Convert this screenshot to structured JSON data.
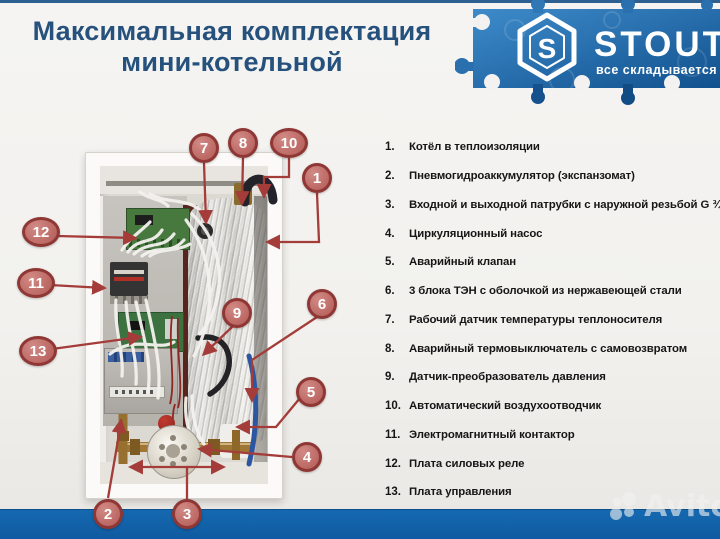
{
  "title": {
    "line1": "Максимальная комплектация",
    "line2": "мини-котельной"
  },
  "brand": {
    "name": "STOUT",
    "tagline": "все складывается",
    "logo_letter": "S"
  },
  "list": {
    "items": [
      {
        "n": "1.",
        "text": "Котёл в теплоизоляции"
      },
      {
        "n": "2.",
        "text": "Пневмогидроаккумулятор (экспанзомат)"
      },
      {
        "n": "3.",
        "text": "Входной и выходной патрубки с наружной резьбой G ¾"
      },
      {
        "n": "4.",
        "text": "Циркуляционный насос"
      },
      {
        "n": "5.",
        "text": "Аварийный клапан"
      },
      {
        "n": "6.",
        "text": "3 блока ТЭН с оболочкой из нержавеющей стали"
      },
      {
        "n": "7.",
        "text": "Рабочий датчик температуры теплоносителя"
      },
      {
        "n": "8.",
        "text": "Аварийный термовыключатель с самовозвратом"
      },
      {
        "n": "9.",
        "text": "Датчик-преобразователь давления"
      },
      {
        "n": "10.",
        "text": "Автоматический воздухоотводчик"
      },
      {
        "n": "11.",
        "text": "Электромагнитный контактор"
      },
      {
        "n": "12.",
        "text": "Плата силовых реле"
      },
      {
        "n": "13.",
        "text": "Плата управления"
      }
    ]
  },
  "callouts": [
    "1",
    "2",
    "3",
    "4",
    "5",
    "6",
    "7",
    "8",
    "9",
    "10",
    "11",
    "12",
    "13"
  ],
  "watermark": {
    "text": "Avito"
  },
  "colors": {
    "title_blue": "#26517c",
    "banner_blue_light": "#3e8bca",
    "banner_blue_dark": "#11518e",
    "callout_fill": "#b35955",
    "callout_border": "#8e3734",
    "line_red": "#a43c39",
    "bottom_bar_blue": "#1268ae"
  }
}
